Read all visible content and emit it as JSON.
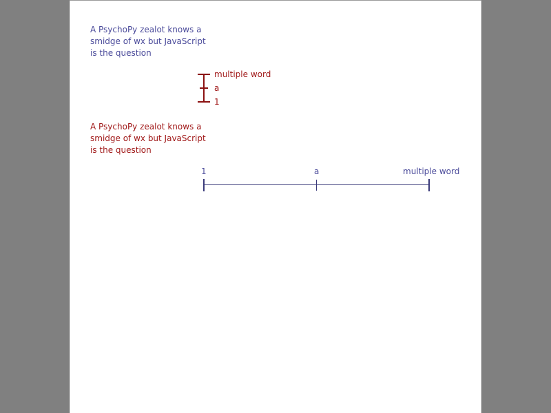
{
  "colors": {
    "background": "#808080",
    "window": "#ffffff",
    "blue_text": "#4a4a9a",
    "red_text": "#a01818",
    "red_slider": "#8b1010",
    "blue_slider": "#3a3a7a"
  },
  "prompt_top": {
    "text": "A PsychoPy zealot knows a smidge of wx but JavaScript is the question"
  },
  "vertical_slider": {
    "labels": [
      "multiple word",
      "a",
      "1"
    ]
  },
  "prompt_bottom": {
    "text": "A PsychoPy zealot knows a smidge of wx but JavaScript is the question"
  },
  "horizontal_slider": {
    "labels": [
      "1",
      "a",
      "multiple word"
    ]
  }
}
